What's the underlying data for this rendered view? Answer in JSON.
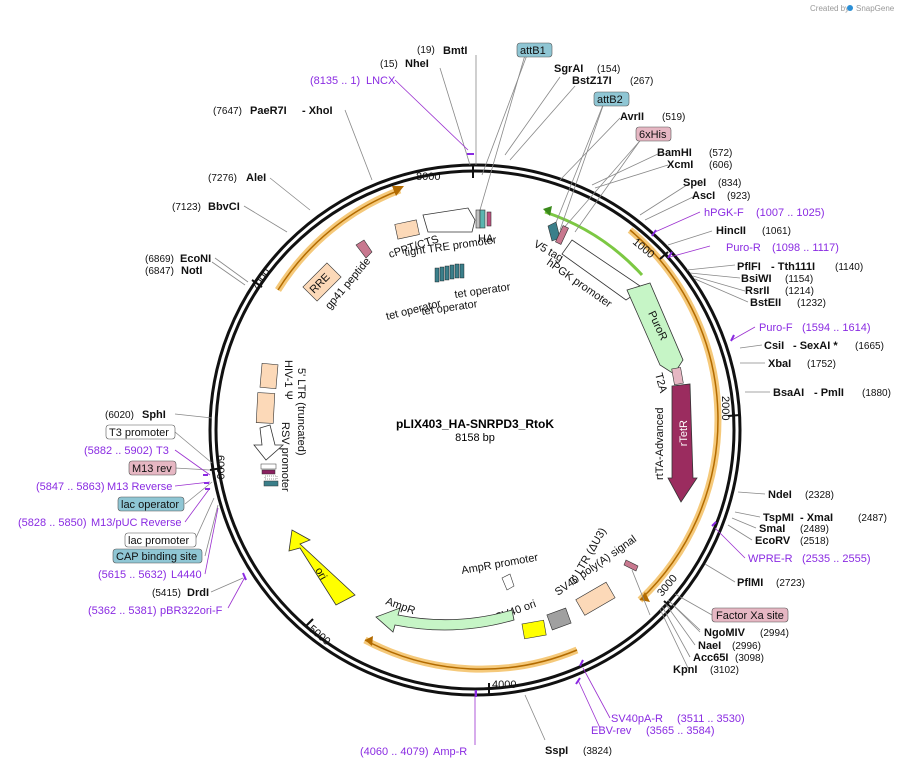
{
  "header": {
    "created_by": "Created by",
    "brand": "SnapGene"
  },
  "plasmid": {
    "name": "pLIX403_HA-SNRPD3_RtoK",
    "size": "8158 bp"
  },
  "ticks": [
    "1000",
    "2000",
    "3000",
    "4000",
    "5000",
    "6000",
    "7000",
    "8000"
  ],
  "enzymes": [
    {
      "pos": "(19)",
      "name": "BmtI"
    },
    {
      "pos": "(15)",
      "name": "NheI"
    },
    {
      "name": "SgrAI",
      "pos": "(154)"
    },
    {
      "name": "BstZ17I",
      "pos": "(267)"
    },
    {
      "name": "AvrII",
      "pos": "(519)"
    },
    {
      "name": "BamHI",
      "pos": "(572)"
    },
    {
      "name": "XcmI",
      "pos": "(606)"
    },
    {
      "name": "SpeI",
      "pos": "(834)"
    },
    {
      "name": "AscI",
      "pos": "(923)"
    },
    {
      "name": "HincII",
      "pos": "(1061)"
    },
    {
      "name": "PflFI",
      "sep": "- Tth111I",
      "pos": "(1140)"
    },
    {
      "name": "BsiWI",
      "pos": "(1154)"
    },
    {
      "name": "RsrII",
      "pos": "(1214)"
    },
    {
      "name": "BstEII",
      "pos": "(1232)"
    },
    {
      "name": "CsiI",
      "sep": "- SexAI *",
      "pos": "(1665)"
    },
    {
      "name": "XbaI",
      "pos": "(1752)"
    },
    {
      "name": "BsaAI",
      "sep": "- PmlI",
      "pos": "(1880)"
    },
    {
      "name": "NdeI",
      "pos": "(2328)"
    },
    {
      "name": "TspMI",
      "sep": "- XmaI",
      "pos": "(2487)"
    },
    {
      "name": "SmaI",
      "pos": "(2489)"
    },
    {
      "name": "EcoRV",
      "pos": "(2518)"
    },
    {
      "name": "PflMI",
      "pos": "(2723)"
    },
    {
      "name": "NgoMIV",
      "pos": "(2994)"
    },
    {
      "name": "NaeI",
      "pos": "(2996)"
    },
    {
      "name": "Acc65I",
      "pos": "(3098)"
    },
    {
      "name": "KpnI",
      "pos": "(3102)"
    },
    {
      "name": "SspI",
      "pos": "(3824)"
    },
    {
      "pos": "(5415)",
      "name": "DrdI"
    },
    {
      "pos": "(6020)",
      "name": "SphI"
    },
    {
      "pos": "(6847)",
      "name": "NotI"
    },
    {
      "pos": "(6869)",
      "name": "EcoNI"
    },
    {
      "pos": "(7123)",
      "name": "BbvCI"
    },
    {
      "pos": "(7276)",
      "name": "AleI"
    },
    {
      "pos": "(7647)",
      "name": "PaeR7I",
      "sep": "- XhoI"
    }
  ],
  "primers": [
    {
      "name": "LNCX",
      "pos": "(8135 .. 1)"
    },
    {
      "name": "hPGK-F",
      "pos": "(1007 .. 1025)"
    },
    {
      "name": "Puro-R",
      "pos": "(1098 .. 1117)"
    },
    {
      "name": "Puro-F",
      "pos": "(1594 .. 1614)"
    },
    {
      "name": "WPRE-R",
      "pos": "(2535 .. 2555)"
    },
    {
      "name": "SV40pA-R",
      "pos": "(3511 .. 3530)"
    },
    {
      "name": "EBV-rev",
      "pos": "(3565 .. 3584)"
    },
    {
      "name": "Amp-R",
      "pos": "(4060 .. 4079)"
    },
    {
      "name": "pBR322ori-F",
      "pos": "(5362 .. 5381)"
    },
    {
      "name": "L4440",
      "pos": "(5615 .. 5632)"
    },
    {
      "name": "M13/pUC Reverse",
      "pos": "(5828 .. 5850)"
    },
    {
      "name": "M13 Reverse",
      "pos": "(5847 .. 5863)"
    },
    {
      "name": "T3",
      "pos": "(5882 .. 5902)"
    }
  ],
  "boxed_features": {
    "attB1": "attB1",
    "attB2": "attB2",
    "his": "6xHis",
    "factorxa": "Factor Xa site",
    "t3prom": "T3 promoter",
    "m13rev": "M13 rev",
    "lacop": "lac operator",
    "lacprom": "lac promoter",
    "cap": "CAP binding site"
  },
  "inner_features": {
    "ha": "HA",
    "tight_tre": "tight TRE promoter",
    "cppt": "cPPT/CTS",
    "v5": "V5 tag",
    "hpgk": "hPGK promoter",
    "puror": "PuroR",
    "t2a": "T2A",
    "rtetr": "rTetR",
    "rta": "rtTA-Advanced",
    "rre": "RRE",
    "gp41": "gp41 peptide",
    "tetop1": "tet operator",
    "tetop2": "tet operator",
    "tetop3": "tet operator",
    "hiv": "HIV-1 Ψ",
    "ltr5": "5' LTR (truncated)",
    "rsv": "RSV promoter",
    "ori": "ori",
    "ampr": "AmpR",
    "amprprom": "AmpR promoter",
    "sv40ori": "SV40 ori",
    "sv40pa": "SV40 poly(A) signal",
    "ltr3": "3' LTR (ΔU3)"
  },
  "colors": {
    "backbone": "#111111",
    "primer": "#8a2be2",
    "orange_arc": "#f0a030",
    "green_arc": "#7cc843",
    "ori": "#ffff00",
    "ampr": "#c6f5c6",
    "rtetr": "#9b2c5f",
    "boxed_blue": "#8fc6d4",
    "boxed_pink": "#e6b7c3",
    "ltr": "#fcd9b8"
  }
}
